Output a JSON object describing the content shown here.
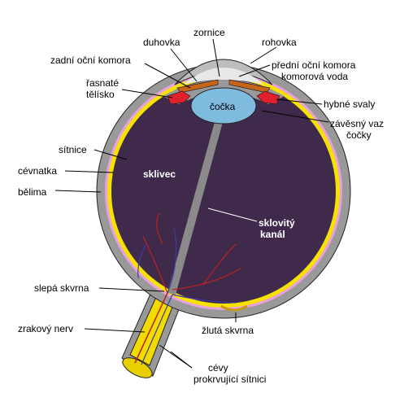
{
  "diagram": {
    "labels": {
      "zornice": "zornice",
      "duhovka": "duhovka",
      "rohovka": "rohovka",
      "zadni_ocni_komora": "zadní oční komora",
      "predni_ocni_komora": "přední oční komora",
      "komorova_voda": "komorová voda",
      "rasnate_1": "řasnaté",
      "rasnate_2": "tělísko",
      "cocka": "čočka",
      "hybne_svaly": "hybné svaly",
      "zavesny_1": "závěsný vaz",
      "zavesny_2": "čočky",
      "sitnice": "sítnice",
      "cevnatka": "cévnatka",
      "belima": "bělima",
      "sklivec": "sklivec",
      "sklovity_1": "sklovitý",
      "sklovity_2": "kanál",
      "slepa_skvrna": "slepá skvrna",
      "zrakovy_nerv": "zrakový nerv",
      "zluta_skvrna": "žlutá skvrna",
      "cevy_1": "cévy",
      "cevy_2": "prokrvující sítnici"
    },
    "colors": {
      "sclera": "#999999",
      "choroid": "#e8a0e0",
      "retina": "#f5e200",
      "vitreous": "#402a4c",
      "lens": "#7fbadf",
      "iris": "#c86418",
      "ciliary": "#e0202c",
      "vessel": "#c0201c"
    }
  }
}
